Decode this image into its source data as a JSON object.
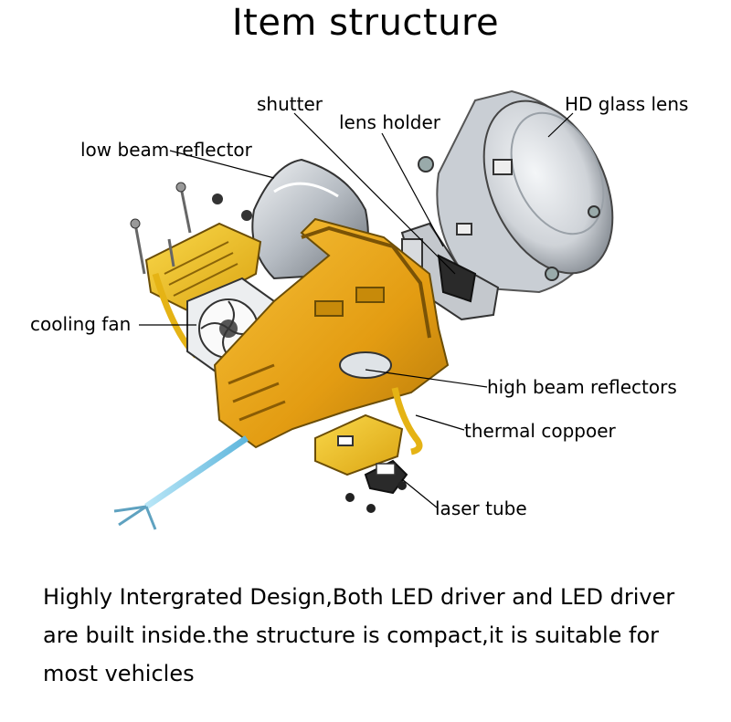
{
  "title": "Item structure",
  "labels": {
    "shutter": "shutter",
    "lens_holder": "lens holder",
    "hd_glass_lens": "HD glass lens",
    "low_beam_reflector": "low beam reflector",
    "cooling_fan": "cooling fan",
    "high_beam_reflectors": "high beam reflectors",
    "thermal_coppoer": "thermal coppoer",
    "laser_tube": "laser tube"
  },
  "description": "Highly Intergrated Design,Both LED driver  and LED driver are built inside.the structure is compact,it is suitable for most vehicles",
  "colors": {
    "gold": "#e8a718",
    "gold_dark": "#b5790a",
    "yellow": "#f2c21c",
    "silver": "#d6d9dd",
    "steel": "#8b9097",
    "dark": "#2a2a2a",
    "cable": "#8fd3ee"
  }
}
